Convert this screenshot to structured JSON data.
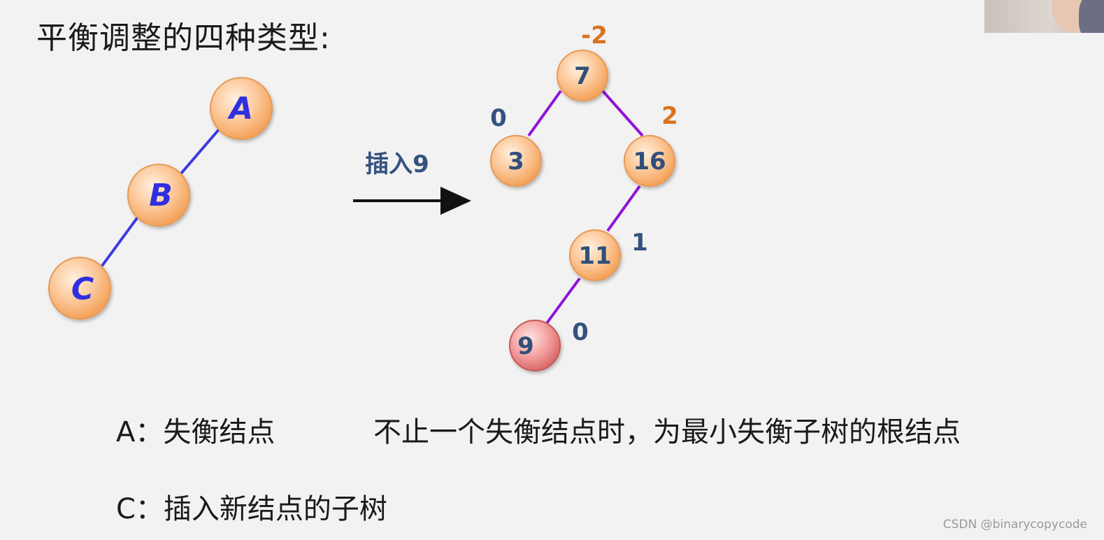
{
  "title": "平衡调整的四种类型:",
  "left_tree": {
    "nodes": [
      {
        "id": "A",
        "label": "A"
      },
      {
        "id": "B",
        "label": "B"
      },
      {
        "id": "C",
        "label": "C"
      }
    ],
    "edges": [
      [
        "A",
        "B"
      ],
      [
        "B",
        "C"
      ]
    ]
  },
  "arrow_label": "插入9",
  "right_tree": {
    "nodes": [
      {
        "id": "n7",
        "label": "7",
        "balance": "-2"
      },
      {
        "id": "n3",
        "label": "3",
        "balance": "0"
      },
      {
        "id": "n16",
        "label": "16",
        "balance": "2"
      },
      {
        "id": "n11",
        "label": "11",
        "balance": "1"
      },
      {
        "id": "n9",
        "label": "9",
        "balance": "0",
        "new": true
      }
    ],
    "edges": [
      [
        "n7",
        "n3"
      ],
      [
        "n7",
        "n16"
      ],
      [
        "n16",
        "n11"
      ],
      [
        "n11",
        "n9"
      ]
    ]
  },
  "notes": {
    "a_label": "A：失衡结点",
    "a_detail": "不止一个失衡结点时，为最小失衡子树的根结点",
    "c_label": "C：插入新结点的子树"
  },
  "watermark": "CSDN @binarycopycode",
  "colors": {
    "node_fill": "#fcc89a",
    "new_node_fill": "#f5a3a3",
    "left_edge": "#3b3be0",
    "right_edge": "#9013d8",
    "balance_orange": "#d9731f",
    "balance_blue": "#34527f"
  }
}
